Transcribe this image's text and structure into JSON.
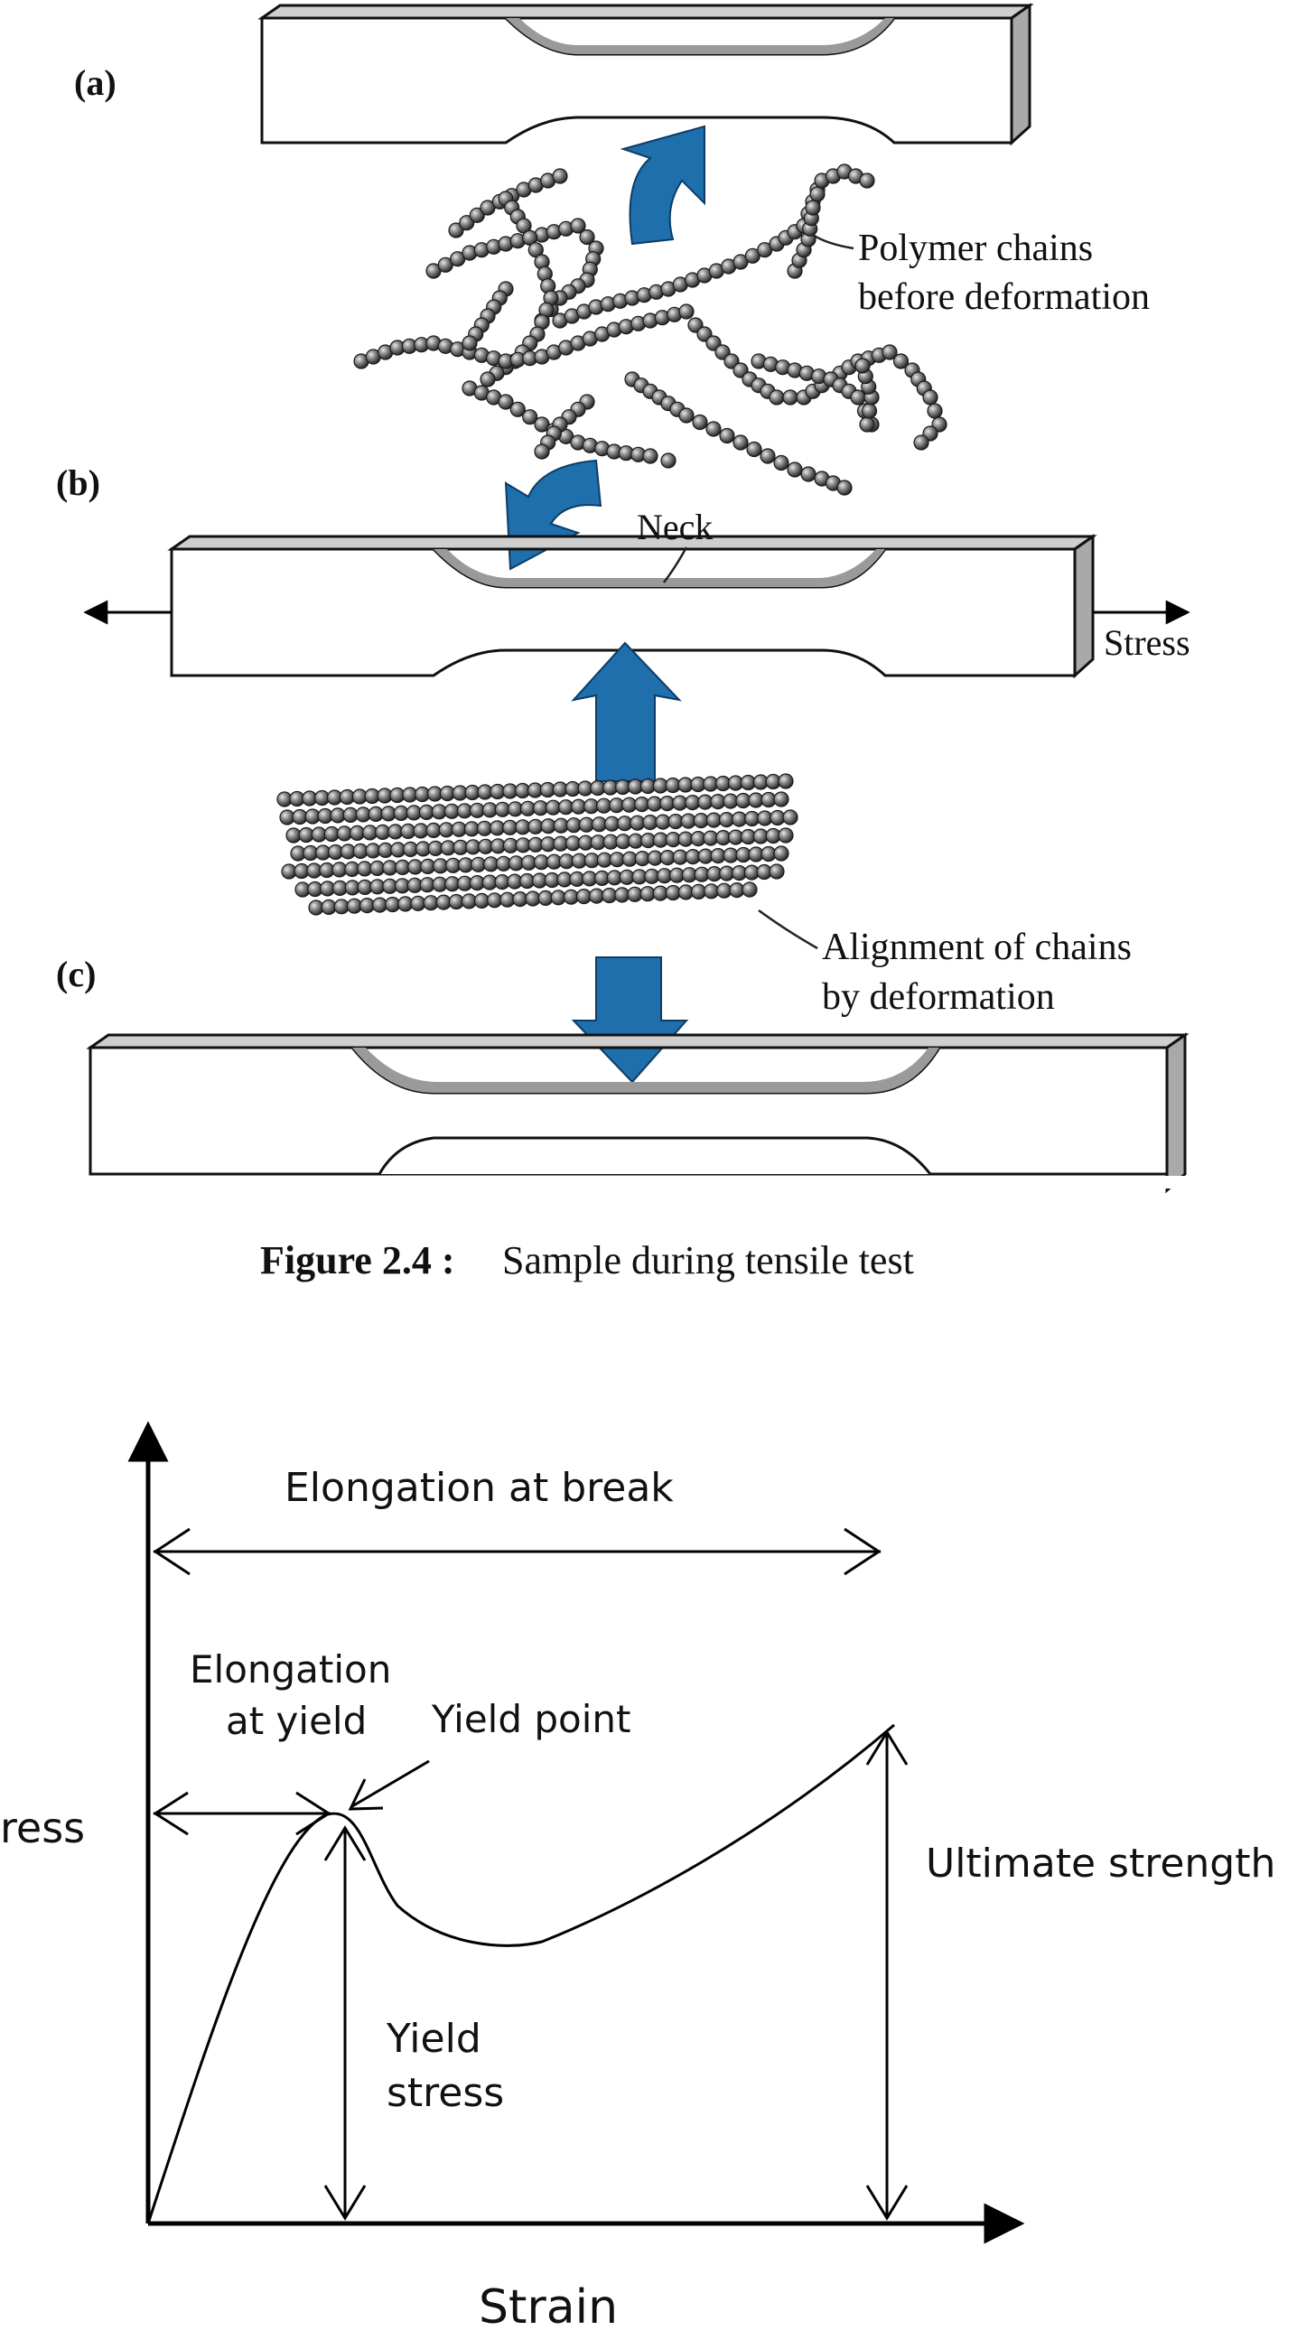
{
  "figure_top": {
    "panel_labels": {
      "a": "(a)",
      "b": "(b)",
      "c": "(c)"
    },
    "annotations": {
      "polymer_line1": "Polymer chains",
      "polymer_line2": "before deformation",
      "neck": "Neck",
      "stress": "Stress",
      "alignment_line1": "Alignment of chains",
      "alignment_line2": "by deformation"
    },
    "caption": {
      "label": "Figure 2.4 :",
      "text": "Sample during tensile test"
    },
    "colors": {
      "arrow_blue": "#1f6fad",
      "bead": "#6b6b6b",
      "specimen_face": "#ffffff",
      "specimen_shade": "#9a9a9a"
    }
  },
  "figure_bottom": {
    "labels": {
      "elongation_break": "Elongation at break",
      "elongation_yield_line1": "Elongation",
      "elongation_yield_line2": "at yield",
      "yield_point": "Yield point",
      "y_axis": "ress",
      "ultimate": "Ultimate strength",
      "yield_stress_line1": "Yield",
      "yield_stress_line2": "stress",
      "x_axis": "Strain"
    }
  }
}
